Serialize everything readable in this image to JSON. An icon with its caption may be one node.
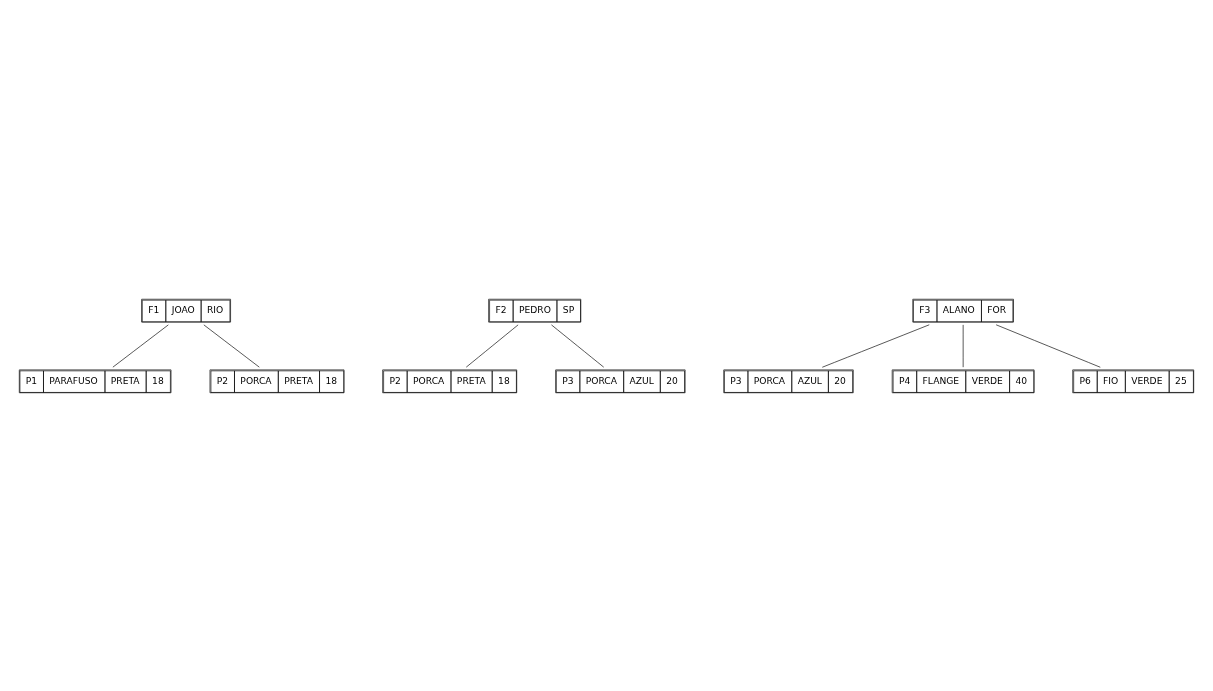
{
  "diagram": {
    "nodes": [
      {
        "text": [
          "F1",
          "JOAO",
          "RIO"
        ]
      },
      {
        "text": [
          "P1",
          "PARAFUSO",
          "PRETA",
          "18"
        ]
      },
      {
        "text": [
          "P2",
          "PORCA",
          "PRETA",
          "18"
        ]
      },
      {
        "text": [
          "F2",
          "PEDRO",
          "SP"
        ]
      },
      {
        "text": [
          "P2",
          "PORCA",
          "PRETA",
          "18"
        ]
      },
      {
        "text": [
          "P3",
          "PORCA",
          "AZUL",
          "20"
        ]
      },
      {
        "text": [
          "F3",
          "ALANO",
          "FOR"
        ]
      },
      {
        "text": [
          "P3",
          "PORCA",
          "AZUL",
          "20"
        ]
      },
      {
        "text": [
          "P4",
          "FLANGE",
          "VERDE",
          "40"
        ]
      },
      {
        "text": [
          "P6",
          "FIO",
          "VERDE",
          "25"
        ]
      }
    ],
    "edges": [
      {
        "from": 0,
        "to": 1,
        "arrow": "none"
      },
      {
        "from": 0,
        "to": 2,
        "arrow": "none"
      },
      {
        "from": 3,
        "to": 4,
        "arrow": "none"
      },
      {
        "from": 3,
        "to": 5,
        "arrow": "none"
      },
      {
        "from": 6,
        "to": 7,
        "arrow": "none"
      },
      {
        "from": 6,
        "to": 8,
        "arrow": "none"
      },
      {
        "from": 6,
        "to": 9,
        "arrow": "none"
      }
    ]
  }
}
